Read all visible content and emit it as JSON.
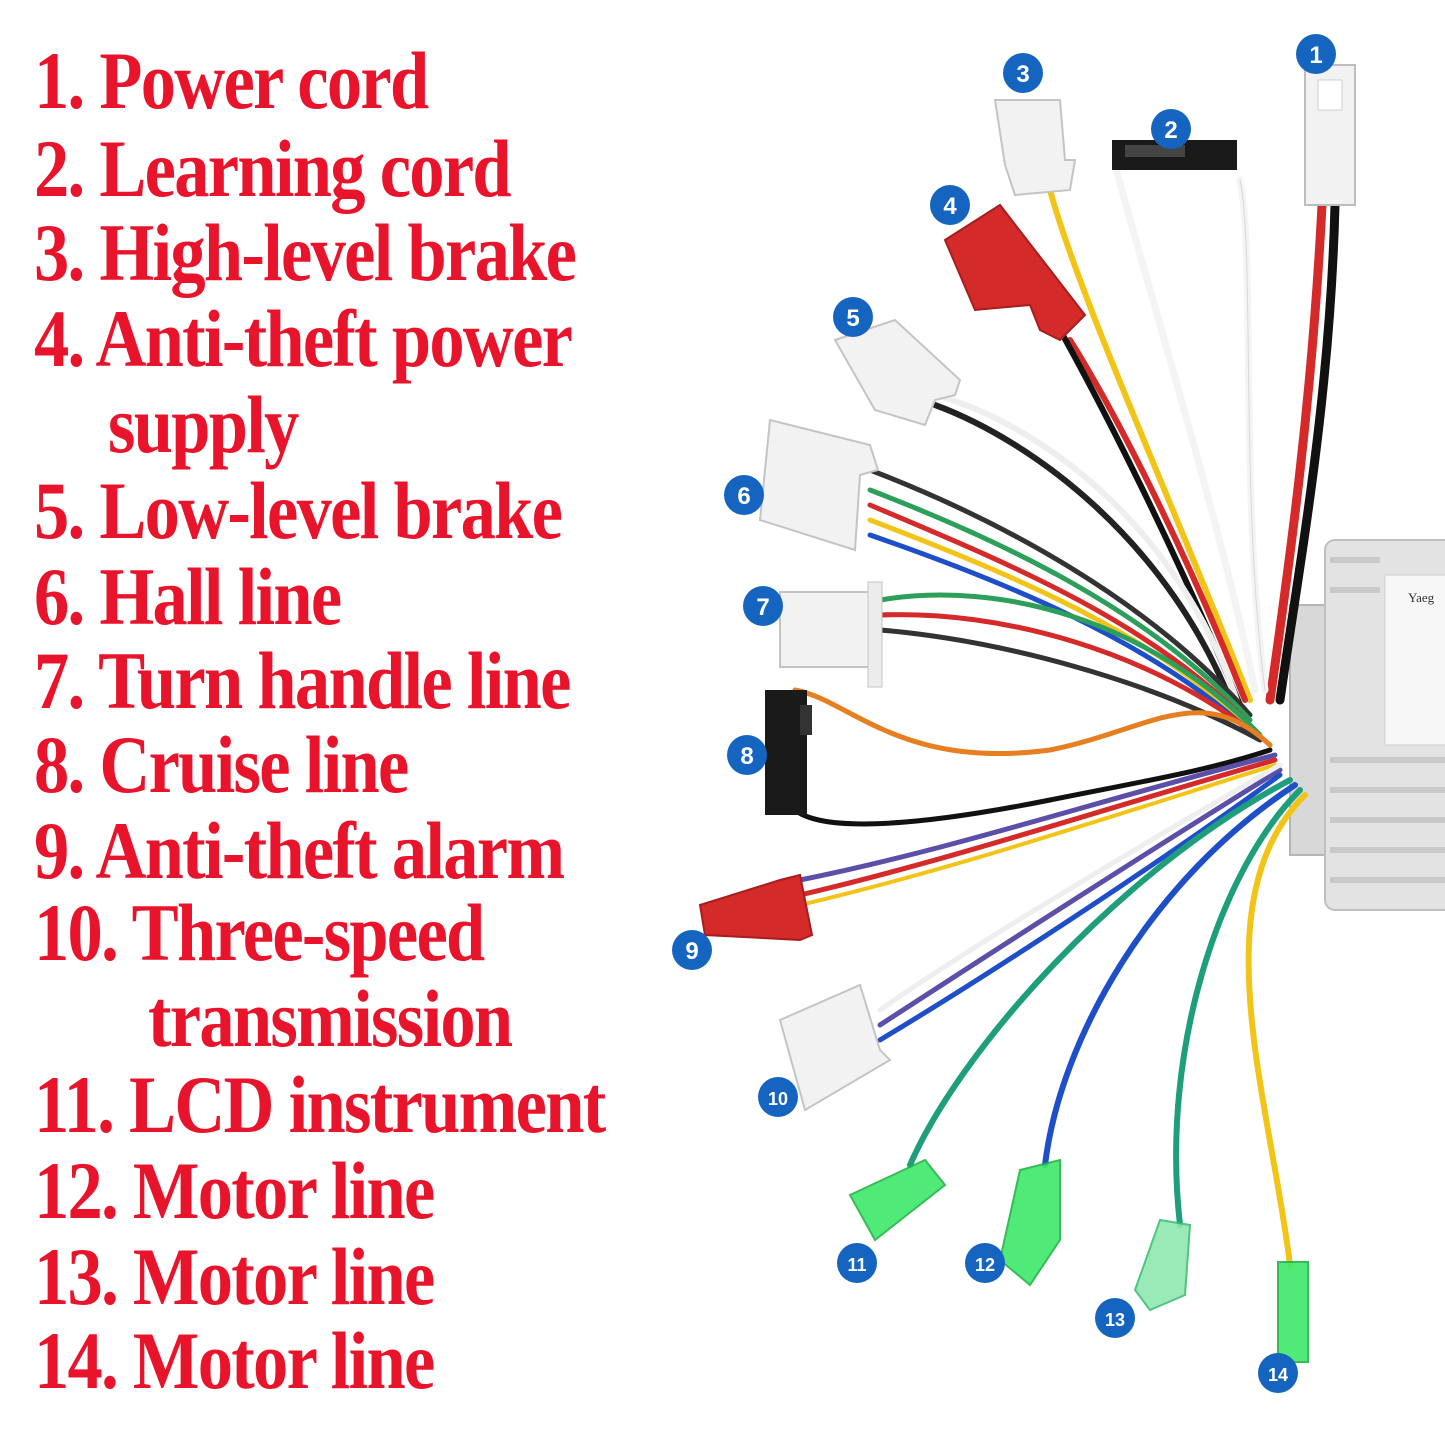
{
  "legend": [
    "1. Power cord",
    "2. Learning cord",
    "3. High-level brake",
    "4. Anti-theft power",
    "supply",
    "5. Low-level brake",
    "6. Hall line",
    "7. Turn handle line",
    "8. Cruise line",
    "9. Anti-theft alarm",
    "10. Three-speed",
    "transmission",
    "11. LCD instrument",
    "12. Motor line",
    "13. Motor line",
    "14. Motor line"
  ],
  "badges": [
    "1",
    "2",
    "3",
    "4",
    "5",
    "6",
    "7",
    "8",
    "9",
    "10",
    "11",
    "12",
    "13",
    "14"
  ],
  "controller_label": "Yaeg",
  "colors": {
    "legend_text": "#e8142b",
    "badge_fill": "#1565c0",
    "red_connector": "#d42a2a",
    "white_connector": "#f2f2f2",
    "black_connector": "#1a1a1a",
    "green_terminal": "#3ee86a"
  }
}
